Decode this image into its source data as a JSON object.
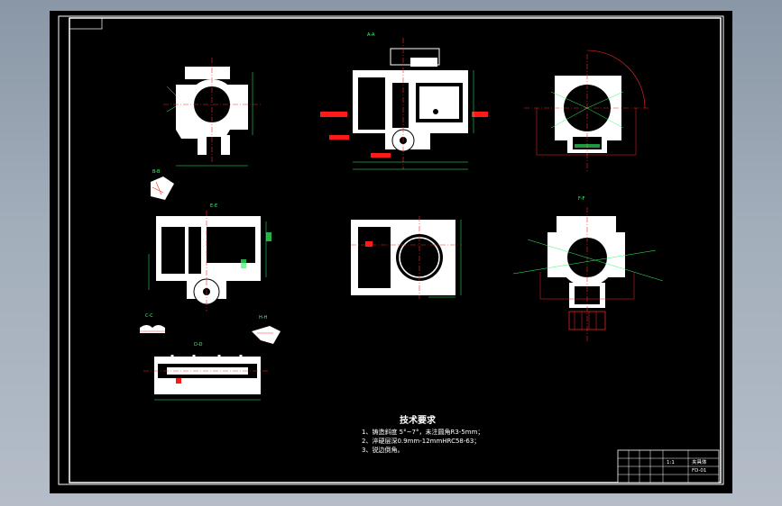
{
  "drawing": {
    "tech_requirements": {
      "title": "技术要求",
      "lines": [
        "1、铸造斜度 5°~7°，未注圆角R3-5mm；",
        "2、淬硬层深0.9mm-12mmHRC58-63；",
        "3、锐边倒角。"
      ]
    },
    "section_labels": {
      "a": "A-A",
      "b": "B-B",
      "c": "C-C",
      "d": "D-D",
      "e": "E-E",
      "f": "F-F",
      "h": "H-H"
    },
    "title_block": {
      "scale": "1:1",
      "part_name": "夹具体",
      "code": "FD-01"
    },
    "colors": {
      "background": "#000000",
      "part": "#ffffff",
      "centerline": "#ff2a2a",
      "dimension": "#33ff66",
      "border": "#ffffff"
    }
  }
}
